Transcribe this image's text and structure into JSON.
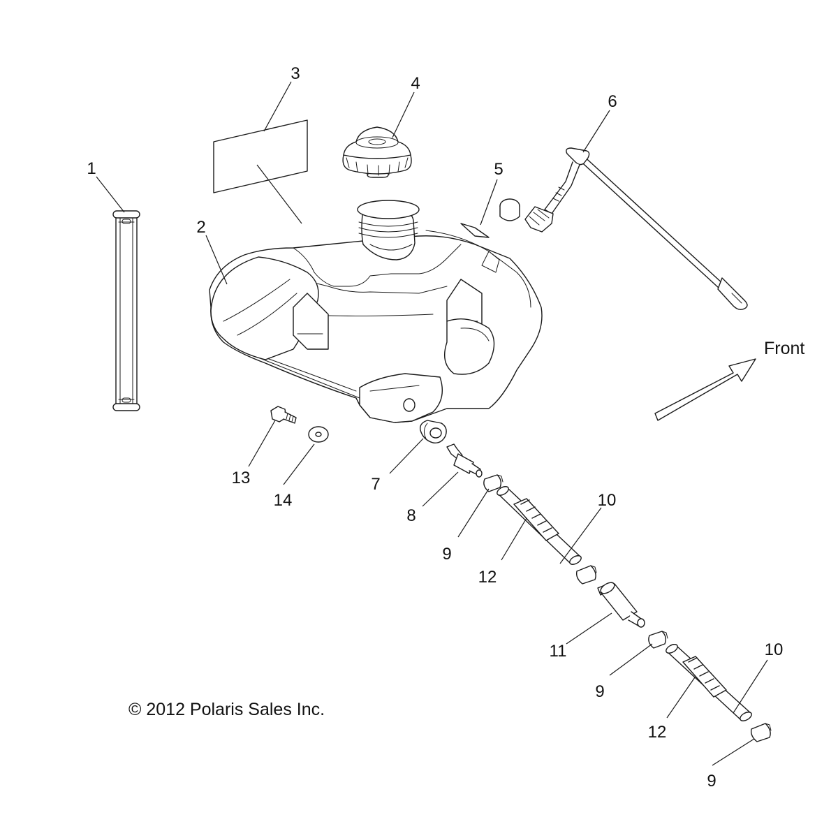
{
  "callouts": {
    "c1": "1",
    "c2": "2",
    "c3": "3",
    "c4": "4",
    "c5": "5",
    "c6": "6",
    "c7": "7",
    "c8": "8",
    "c9a": "9",
    "c9b": "9",
    "c9c": "9",
    "c10a": "10",
    "c10b": "10",
    "c11": "11",
    "c12a": "12",
    "c12b": "12",
    "c13": "13",
    "c14": "14"
  },
  "front_label": "Front",
  "copyright": "© 2012 Polaris Sales Inc."
}
